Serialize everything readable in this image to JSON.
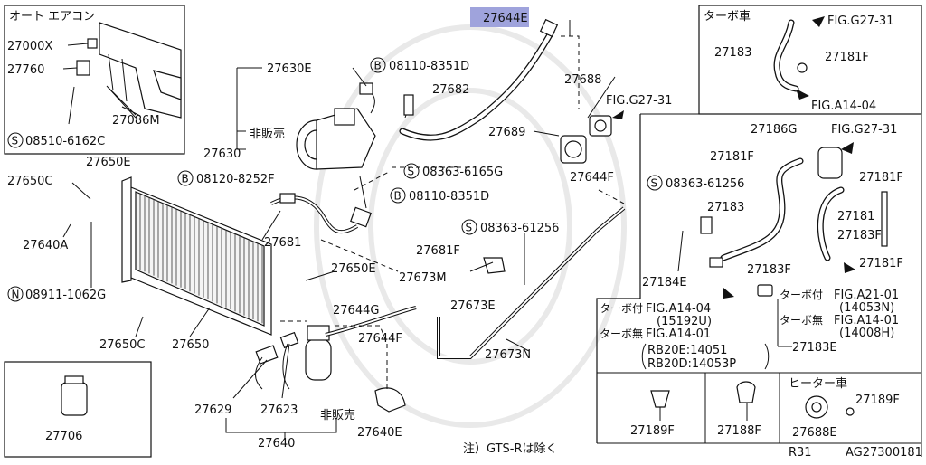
{
  "diagram": {
    "labels": {
      "auto_aircon": "オート エアコン",
      "p27000X": "27000X",
      "p27760": "27760",
      "p27086M": "27086M",
      "s08510": "08510-6162C",
      "p27630E": "27630E",
      "p27630": "27630",
      "hihanbai1": "非販売",
      "b08110_top": "08110-8351D",
      "p27682": "27682",
      "p27644E": "27644E",
      "p27688": "27688",
      "fig_g27_31_mid": "FIG.G27-31",
      "p27689": "27689",
      "s08363_6165G": "08363-6165G",
      "p27644F_top": "27644F",
      "p27650E_top": "27650E",
      "p27650C_top": "27650C",
      "b08120": "08120-8252F",
      "b08110_mid": "08110-8351D",
      "p27640A": "27640A",
      "p27681": "27681",
      "s08363_61256_mid": "08363-61256",
      "p27681F": "27681F",
      "n08911": "08911-1062G",
      "p27650E_mid": "27650E",
      "p27673M": "27673M",
      "p27673E": "27673E",
      "p27644G": "27644G",
      "p27650C_bot": "27650C",
      "p27650": "27650",
      "p27644F_mid": "27644F",
      "p27673N": "27673N",
      "p27629": "27629",
      "p27623": "27623",
      "hihanbai2": "非販売",
      "p27640": "27640",
      "p27640E": "27640E",
      "p27706": "27706",
      "note": "注）GTS-Rは除く",
      "turbo_car": "ターボ車",
      "fig_g27_31_tr": "FIG.G27-31",
      "p27183_tr": "27183",
      "p27181F_tr": "27181F",
      "fig_a14_04_tr": "FIG.A14-04",
      "p27186G": "27186G",
      "fig_g27_31_right": "FIG.G27-31",
      "p27181F_a": "27181F",
      "p27181F_b": "27181F",
      "s08363_61256_right": "08363-61256",
      "p27183_right": "27183",
      "p27181": "27181",
      "p27183F_a": "27183F",
      "p27184E": "27184E",
      "p27183F_b": "27183F",
      "p27181F_c": "27181F",
      "turbo_with_a": "ターボ付",
      "fig_a14_04_b": "FIG.A14-04",
      "code_15192U": "(15192U)",
      "turbo_without_a": "ターボ無",
      "fig_a14_01_a": "FIG.A14-01",
      "rb20e": "RB20E:14051",
      "rb20d": "RB20D:14053P",
      "turbo_with_b": "ターボ付",
      "fig_a21_01": "FIG.A21-01",
      "code_14053N": "(14053N)",
      "turbo_without_b": "ターボ無",
      "fig_a14_01_b": "FIG.A14-01",
      "code_14008H": "(14008H)",
      "p27183E": "27183E",
      "p27189F_a": "27189F",
      "p27188F": "27188F",
      "heater_car": "ヒーター車",
      "p27688E": "27688E",
      "p27189F_b": "27189F",
      "r31": "R31",
      "ag_code": "AG27300181"
    },
    "symbols": {
      "s": "S",
      "b": "B",
      "n": "N"
    },
    "highlight_color": "#9fa3dc"
  }
}
